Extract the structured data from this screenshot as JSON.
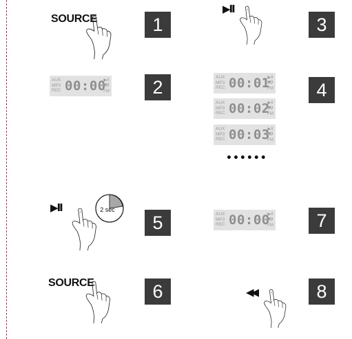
{
  "steps": {
    "s1": {
      "number": "1",
      "label": "SOURCE"
    },
    "s2": {
      "number": "2"
    },
    "s3": {
      "number": "3",
      "glyph": "▶II"
    },
    "s4": {
      "number": "4"
    },
    "s5": {
      "number": "5",
      "glyph": "▶II",
      "timer": "2 sec"
    },
    "s6": {
      "number": "6",
      "label": "SOURCE"
    },
    "s7": {
      "number": "7"
    },
    "s8": {
      "number": "8",
      "glyph": "◀◀"
    }
  },
  "lcd": {
    "aux": "AUX",
    "mp3": "MP3",
    "rec": "REC",
    "play_icon": "▶II",
    "battery_icon": "battery-icon",
    "fm": "FM",
    "time_main": "00:00",
    "time_1": "00:01",
    "time_2": "00:02",
    "time_3": "00:03"
  },
  "ellipsis": "••••••",
  "colors": {
    "step_box": "#3b3b3b",
    "margin_line": "#b8323a",
    "lcd_bg": "#e2e2e2"
  }
}
